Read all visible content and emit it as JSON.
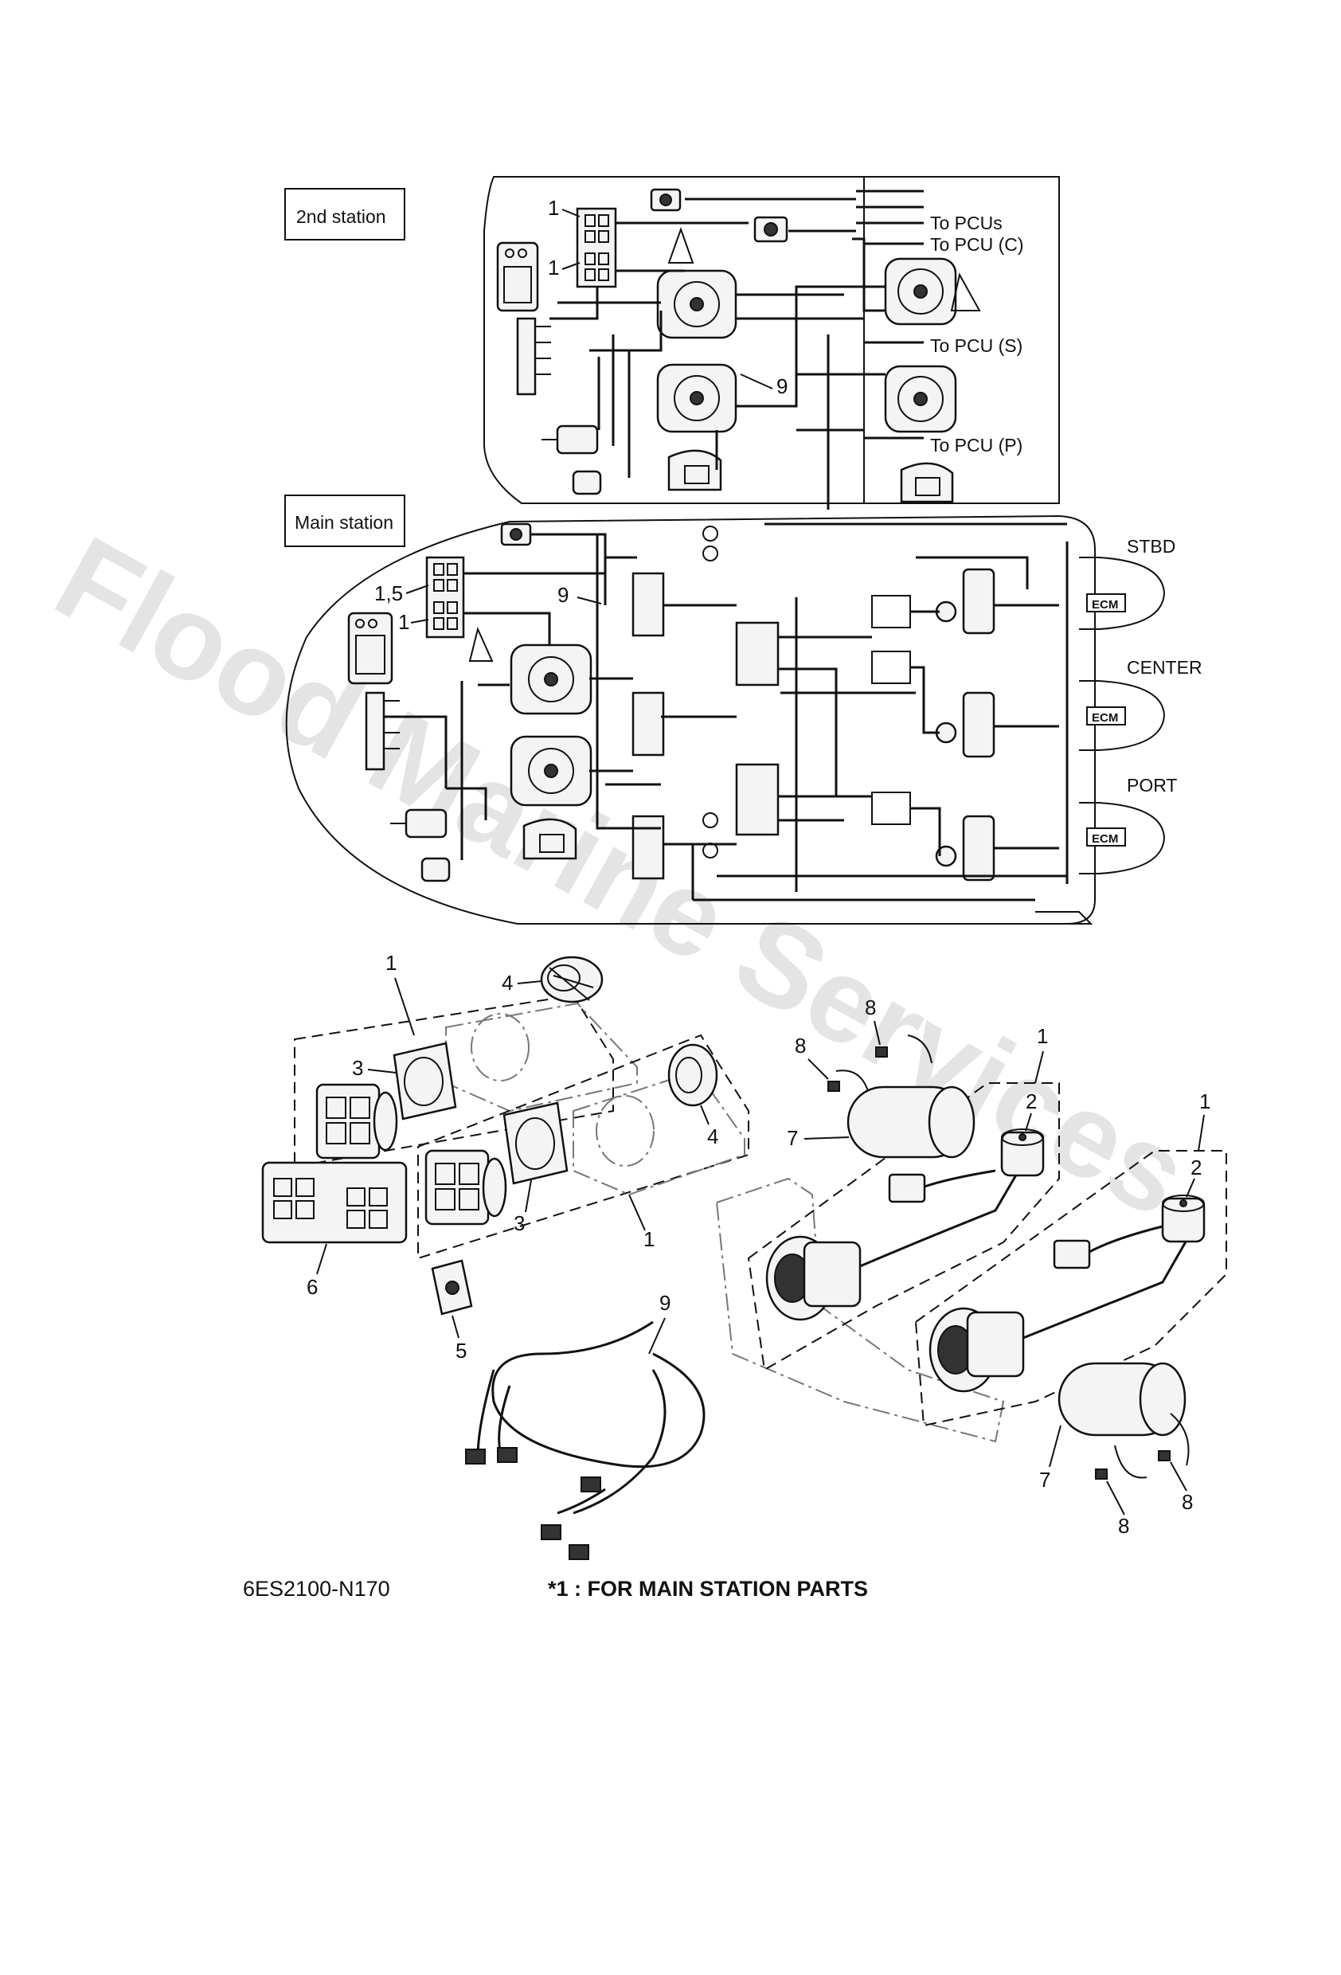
{
  "watermark": "Flood Marine Services",
  "station_labels": {
    "second": "2nd station",
    "main": "Main station"
  },
  "pcu_labels": {
    "pcus": "To PCUs",
    "pcu_c": "To PCU (C)",
    "pcu_s": "To PCU (S)",
    "pcu_p": "To PCU (P)"
  },
  "engine_labels": {
    "stbd": "STBD",
    "center": "CENTER",
    "port": "PORT",
    "ecm": "ECM"
  },
  "callouts": {
    "n1": "1",
    "n15": "1,5",
    "n2": "2",
    "n3": "3",
    "n4": "4",
    "n5": "5",
    "n6": "6",
    "n7": "7",
    "n8": "8",
    "n9": "9"
  },
  "footer": {
    "drawing_number": "6ES2100-N170",
    "note": "*1 : FOR MAIN STATION PARTS"
  }
}
